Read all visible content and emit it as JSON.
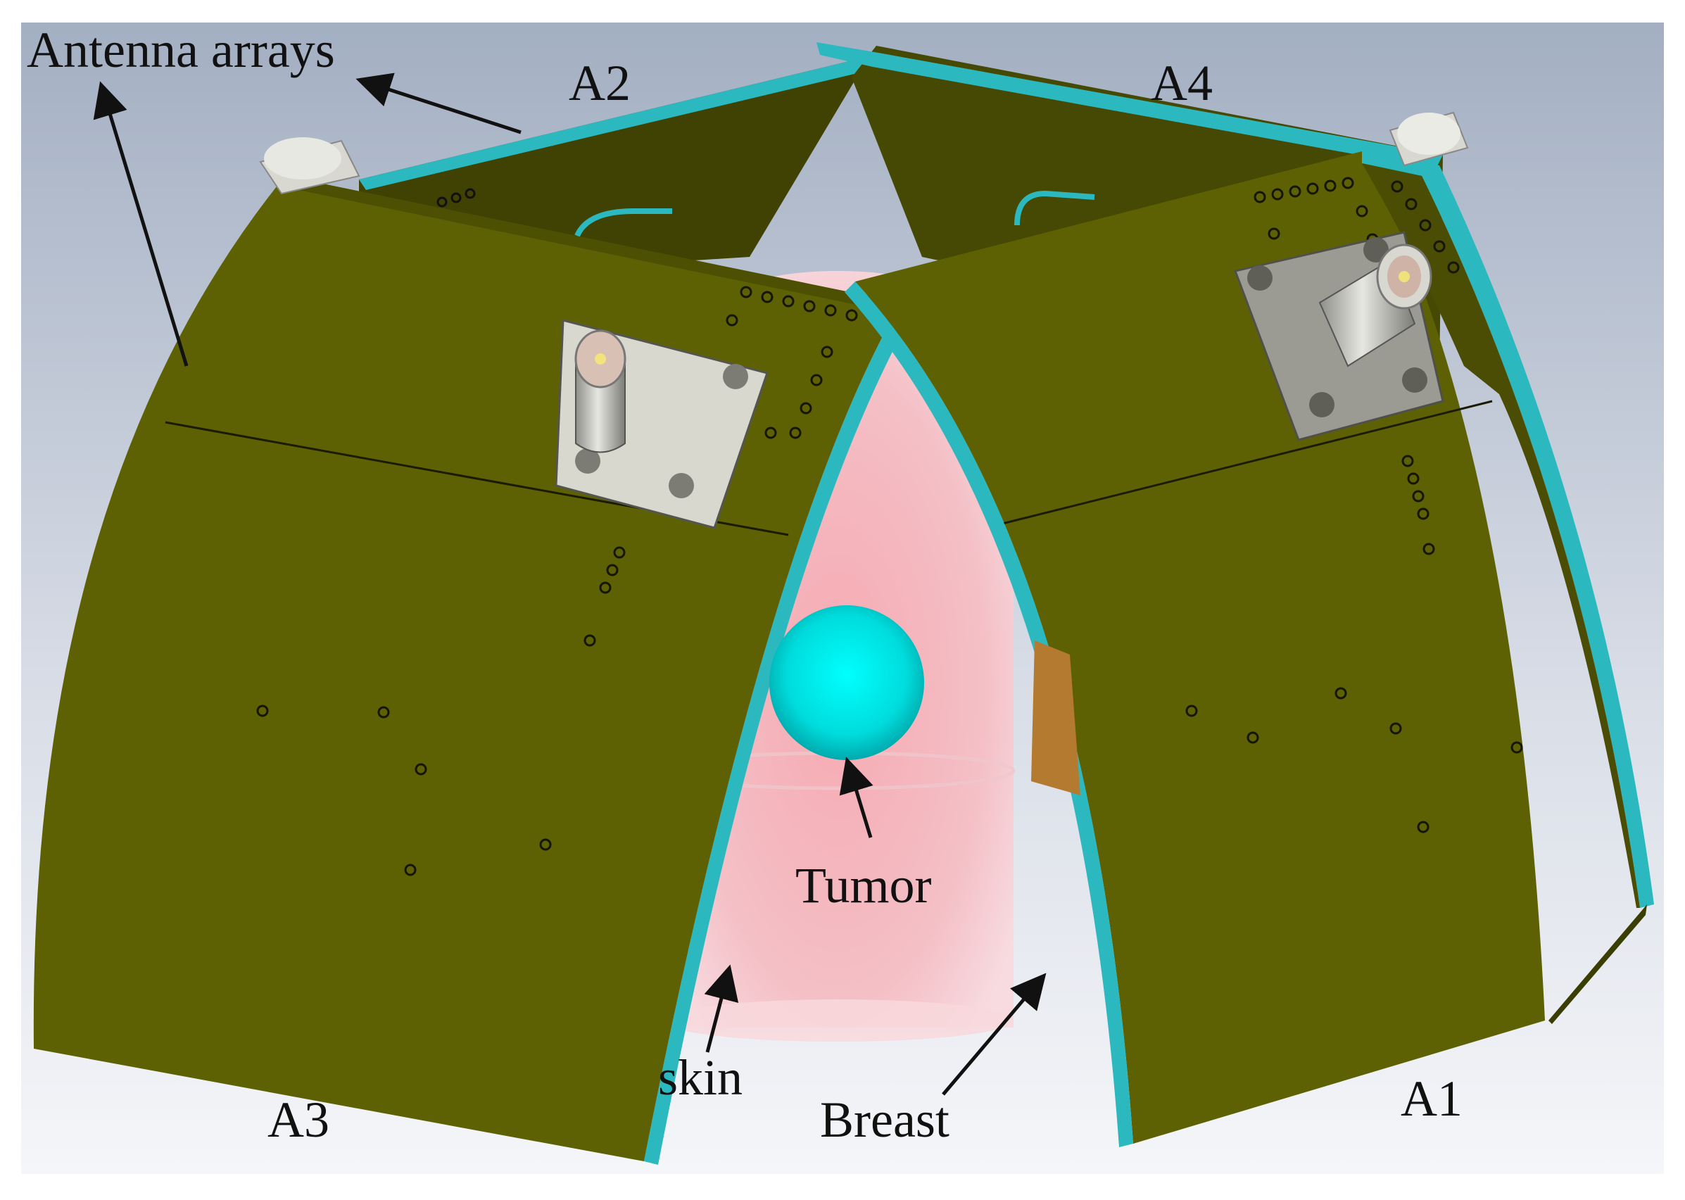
{
  "labels": {
    "antenna_arrays": "Antenna arrays",
    "a1": "A1",
    "a2": "A2",
    "a3": "A3",
    "a4": "A4",
    "tumor": "Tumor",
    "skin": "skin",
    "breast": "Breast"
  },
  "colors": {
    "background_top": "#a8b4c6",
    "background_bottom": "#f4f5f8",
    "antenna_panel": "#5d6103",
    "antenna_panel_dark": "#3e4103",
    "substrate_edge": "#2bb8bf",
    "tumor": "#00e0e0",
    "breast": "#f4b9bf",
    "skin": "#f8d8dc",
    "connector": "#cfcfc7",
    "annotation": "#111111"
  }
}
